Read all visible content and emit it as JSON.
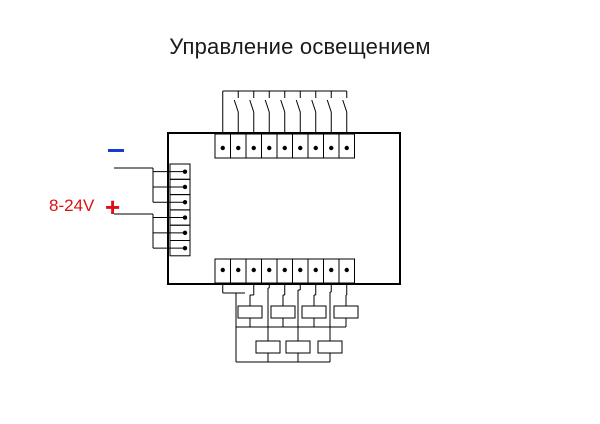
{
  "title": "Управление освещением",
  "power": {
    "voltage_label": "8-24V",
    "plus_symbol": "+",
    "minus_color": "#1a3ccc",
    "plus_color": "#e01010",
    "label_color": "#e01010"
  },
  "colors": {
    "line": "#000000",
    "background": "#ffffff"
  },
  "diagram": {
    "input_terminals": 9,
    "output_terminals": 9,
    "power_terminals": 6,
    "switches": 8,
    "relays_top_row": 4,
    "relays_bottom_row": 3
  }
}
